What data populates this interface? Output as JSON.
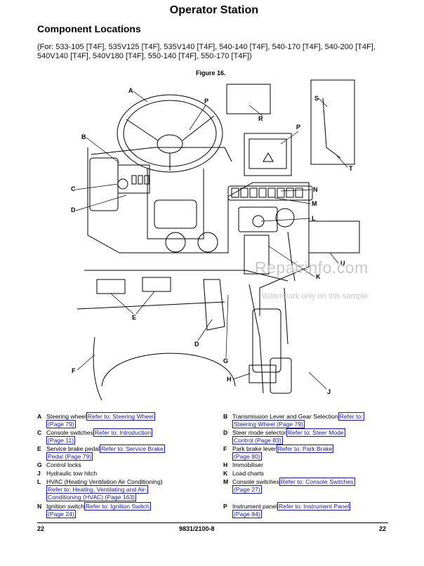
{
  "header": {
    "title": "Operator Station",
    "section": "Component Locations",
    "models": "(For: 533-105 [T4F], 535V125 [T4F], 535V140 [T4F], 540-140 [T4F], 540-170 [T4F], 540-200 [T4F], 540V140 [T4F], 540V180 [T4F], 550-140 [T4F], 550-170 [T4F])",
    "figure_caption": "Figure 16."
  },
  "figure": {
    "callouts": [
      "A",
      "P",
      "B",
      "C",
      "D",
      "R",
      "S",
      "P",
      "T",
      "N",
      "M",
      "L",
      "U",
      "K",
      "E",
      "D",
      "G",
      "F",
      "H",
      "J"
    ]
  },
  "watermark": {
    "text": "Repairinfo.com",
    "sub": "Watermark only on this sample"
  },
  "legend": {
    "left": [
      {
        "letter": "A",
        "text": "Steering wheel",
        "ref1": "Refer to: Steering Wheel",
        "ref2": "(Page 79)"
      },
      {
        "letter": "C",
        "text": "Console switches",
        "ref1": "Refer to: Introduction",
        "ref2": "(Page 11)"
      },
      {
        "letter": "E",
        "text": "Service brake pedal",
        "ref1": "Refer to: Service Brake",
        "ref2": "Pedal (Page 79)"
      },
      {
        "letter": "G",
        "text": "Control locks",
        "ref1": "",
        "ref2": ""
      },
      {
        "letter": "J",
        "text": "Hydraulic tow hitch",
        "ref1": "",
        "ref2": ""
      },
      {
        "letter": "L",
        "text": "HVAC (Heating Ventilation Air Conditioning)",
        "ref1": "Refer to: Heating, Ventilating and Air-",
        "ref2": "Conditioning (HVAC) (Page 163)"
      },
      {
        "letter": "N",
        "text": "Ignition switch",
        "ref1": "Refer to: Ignition Switch",
        "ref2": "(Page 24)"
      }
    ],
    "right": [
      {
        "letter": "B",
        "text": "Transmission Lever and Gear Selection",
        "ref1": "Refer to:",
        "ref2": "Steering Wheel (Page 79)"
      },
      {
        "letter": "D",
        "text": "Steer mode selector",
        "ref1": "Refer to: Steer Mode",
        "ref2": "Control (Page 83)"
      },
      {
        "letter": "F",
        "text": "Park brake lever",
        "ref1": "Refer to: Park Brake",
        "ref2": "(Page 80)"
      },
      {
        "letter": "H",
        "text": "Immobiliser",
        "ref1": "",
        "ref2": ""
      },
      {
        "letter": "K",
        "text": "Load charts",
        "ref1": "",
        "ref2": ""
      },
      {
        "letter": "M",
        "text": "Console switches",
        "ref1": "Refer to: Console Switches",
        "ref2": "(Page 27)"
      },
      {
        "letter": "P",
        "text": "Instrument panel",
        "ref1": "Refer to: Instrument Panel",
        "ref2": "(Page 84)"
      }
    ]
  },
  "footer": {
    "left": "22",
    "center": "9831/2100-8",
    "right": "22"
  }
}
